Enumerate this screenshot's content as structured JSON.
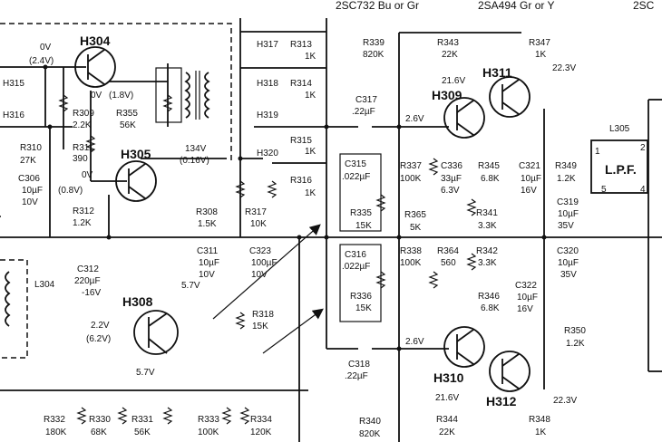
{
  "header": {
    "left": "2SC732 Bu or Gr",
    "mid": "2SA494 Gr or Y",
    "right": "2SC"
  },
  "transistors": [
    {
      "name": "H304"
    },
    {
      "name": "H305"
    },
    {
      "name": "H308"
    },
    {
      "name": "H309"
    },
    {
      "name": "H310"
    },
    {
      "name": "H311"
    },
    {
      "name": "H312"
    }
  ],
  "components": {
    "h315": "H315",
    "h316": "H316",
    "h317": "H317",
    "h318": "H318",
    "h319": "H319",
    "h320": "H320",
    "r309": "R309",
    "r309v": "2.2K",
    "r310": "R310",
    "r310v": "27K",
    "r311": "R311",
    "r311v": "390",
    "r312": "R312",
    "r312v": "1.2K",
    "r355": "R355",
    "r355v": "56K",
    "r313": "R313",
    "r313v": "1K",
    "r314": "R314",
    "r314v": "1K",
    "r315": "R315",
    "r315v": "1K",
    "r316": "R316",
    "r316v": "1K",
    "r308": "R308",
    "r308v": "1.5K",
    "r317": "R317",
    "r317v": "10K",
    "r318": "R318",
    "r318v": "15K",
    "r330": "R330",
    "r330v": "68K",
    "r331": "R331",
    "r331v": "56K",
    "r332": "R332",
    "r332v": "180K",
    "r333": "R333",
    "r333v": "100K",
    "r334": "R334",
    "r334v": "120K",
    "r335": "R335",
    "r335v": "15K",
    "r336": "R336",
    "r336v": "15K",
    "r337": "R337",
    "r337v": "100K",
    "r338": "R338",
    "r338v": "100K",
    "r339": "R339",
    "r339v": "820K",
    "r340": "R340",
    "r340v": "820K",
    "r341": "R341",
    "r341v": "3.3K",
    "r342": "R342",
    "r342v": "3.3K",
    "r343": "R343",
    "r343v": "22K",
    "r344": "R344",
    "r344v": "22K",
    "r345": "R345",
    "r345v": "6.8K",
    "r346": "R346",
    "r346v": "6.8K",
    "r347": "R347",
    "r347v": "1K",
    "r348": "R348",
    "r348v": "1K",
    "r349": "R349",
    "r349v": "1.2K",
    "r350": "R350",
    "r350v": "1.2K",
    "r364": "R364",
    "r364v": "560",
    "r365": "R365",
    "r365v": "5K",
    "c306": "C306",
    "c306v1": "10µF",
    "c306v2": "10V",
    "c311": "C311",
    "c311v1": "10µF",
    "c311v2": "10V",
    "c312": "C312",
    "c312v1": "220µF",
    "c312v2": "-16V",
    "c315": "C315",
    "c315v": ".022µF",
    "c316": "C316",
    "c316v": ".022µF",
    "c317": "C317",
    "c317v": ".22µF",
    "c318": "C318",
    "c318v": ".22µF",
    "c319": "C319",
    "c319v1": "10µF",
    "c319v2": "35V",
    "c320": "C320",
    "c320v1": "10µF",
    "c320v2": "35V",
    "c321": "C321",
    "c321v1": "10µF",
    "c321v2": "16V",
    "c322": "C322",
    "c322v1": "10µF",
    "c322v2": "16V",
    "c323": "C323",
    "c323v1": "100µF",
    "c323v2": "10V",
    "c336": "C336",
    "c336v1": "33µF",
    "c336v2": "6.3V",
    "l304": "L304",
    "l305": "L305",
    "lpf": "L.P.F."
  },
  "voltages": {
    "v_0v_a": "0V",
    "v_24v": "(2.4V)",
    "v_0v_b": "0V",
    "v_18v": "(1.8V)",
    "v_0v_c": "0V",
    "v_08v": "(0.8V)",
    "v_134": "134V",
    "v_016": "(0.16V)",
    "v_57a": "5.7V",
    "v_57b": "5.7V",
    "v_22": "2.2V",
    "v_62": "(6.2V)",
    "v_26a": "2.6V",
    "v_26b": "2.6V",
    "v_216a": "21.6V",
    "v_216b": "21.6V",
    "v_223a": "22.3V",
    "v_223b": "22.3V"
  },
  "lpf_pins": {
    "p1": "1",
    "p2": "2",
    "p4": "4",
    "p5": "5"
  }
}
